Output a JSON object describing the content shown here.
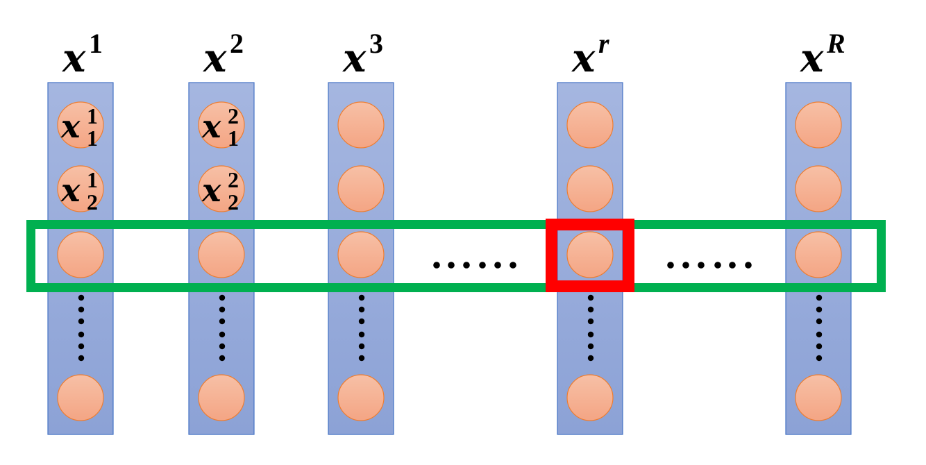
{
  "diagram": {
    "columns": [
      {
        "id": "x1",
        "base": "x",
        "superscript": "1",
        "nodes": [
          {
            "sub": "1",
            "sup": "1"
          },
          {
            "sub": "2",
            "sup": "1"
          }
        ]
      },
      {
        "id": "x2",
        "base": "x",
        "superscript": "2",
        "nodes": [
          {
            "sub": "1",
            "sup": "2"
          },
          {
            "sub": "2",
            "sup": "2"
          }
        ]
      },
      {
        "id": "x3",
        "base": "x",
        "superscript": "3",
        "nodes": []
      },
      {
        "id": "xr",
        "base": "x",
        "superscript": "r",
        "nodes": []
      },
      {
        "id": "xR",
        "base": "x",
        "superscript": "R",
        "nodes": []
      }
    ],
    "ellipsis_between": [
      "x3-xr",
      "xr-xR"
    ],
    "highlight_row": {
      "row_index": 3,
      "color": "#00B050"
    },
    "highlight_cell": {
      "column": "xr",
      "row_index": 3,
      "color": "#FF0000"
    },
    "colors": {
      "column_fill": "#8FA6D8",
      "column_border": "#4472C4",
      "node_fill": "#F4A98A",
      "node_border": "#ED7D31",
      "dots": "#000000"
    }
  }
}
